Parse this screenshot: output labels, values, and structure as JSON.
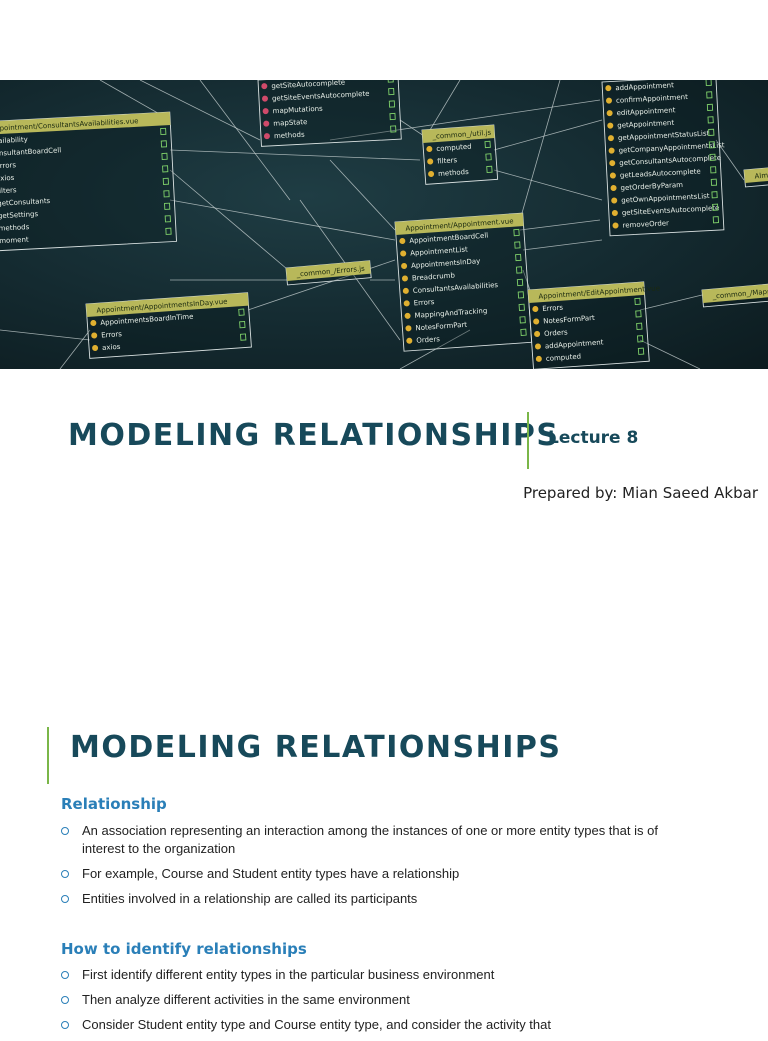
{
  "banner": {
    "boxes": [
      {
        "title": "Appointment/ConsultantsAvailabilities.vue",
        "items": [
          "vailability",
          "onsultantBoardCell",
          "Errors",
          "axios",
          "filters",
          "getConsultants",
          "getSettings",
          "methods",
          "moment"
        ]
      },
      {
        "title": "",
        "items": [
          "getSiteAutocomplete",
          "getSiteEventsAutocomplete",
          "mapMutations",
          "mapState",
          "methods"
        ]
      },
      {
        "title": "_common_/util.js",
        "items": [
          "computed",
          "filters",
          "methods"
        ]
      },
      {
        "title": "",
        "items": [
          "addAppointment",
          "confirmAppointment",
          "editAppointment",
          "getAppointment",
          "getAppointmentStatusList",
          "getCompanyAppointmentsList",
          "getConsultantsAutocomplete",
          "getLeadsAutocomplete",
          "getOrderByParam",
          "getOwnAppointmentsList",
          "getSiteEventsAutocomplete",
          "removeOrder"
        ]
      },
      {
        "title": "Appointment/AppointmentsInDay.vue",
        "items": [
          "AppointmentsBoardInTime",
          "Errors",
          "axios"
        ]
      },
      {
        "title": "_common_/Errors.js",
        "items": []
      },
      {
        "title": "Appointment/Appointment.vue",
        "items": [
          "AppointmentBoardCell",
          "AppointmentList",
          "AppointmentsInDay",
          "Breadcrumb",
          "ConsultantsAvailabilities",
          "Errors",
          "MappingAndTracking",
          "NotesFormPart",
          "Orders"
        ]
      },
      {
        "title": "Appointment/EditAppointment.vue",
        "items": [
          "Errors",
          "NotesFormPart",
          "Orders",
          "addAppointment",
          "computed"
        ]
      },
      {
        "title": "_common_/Mappin",
        "items": []
      },
      {
        "title": "Alm",
        "items": []
      }
    ]
  },
  "slide1": {
    "title": "MODELING RELATIONSHIPS",
    "lecture": "Lecture 8",
    "prepared_by": "Prepared by: Mian Saeed Akbar"
  },
  "slide2": {
    "title": "MODELING RELATIONSHIPS",
    "sections": [
      {
        "heading": "Relationship",
        "bullets": [
          "An association representing an interaction among the instances of one or more entity types that is of interest to the organization",
          "For example, Course and Student entity types have a relationship",
          "Entities involved in a relationship are called its participants"
        ]
      },
      {
        "heading": "How to identify relationships",
        "bullets": [
          "First identify different entity types in the particular business environment",
          "Then analyze different activities in the same environment",
          "Consider Student entity type and Course entity type, and consider the activity that"
        ]
      }
    ]
  },
  "colors": {
    "title": "#17495a",
    "accent_green": "#7ab648",
    "heading_blue": "#2a7fb8",
    "banner_bg": "#142a30",
    "box_header": "#b8b85a"
  }
}
